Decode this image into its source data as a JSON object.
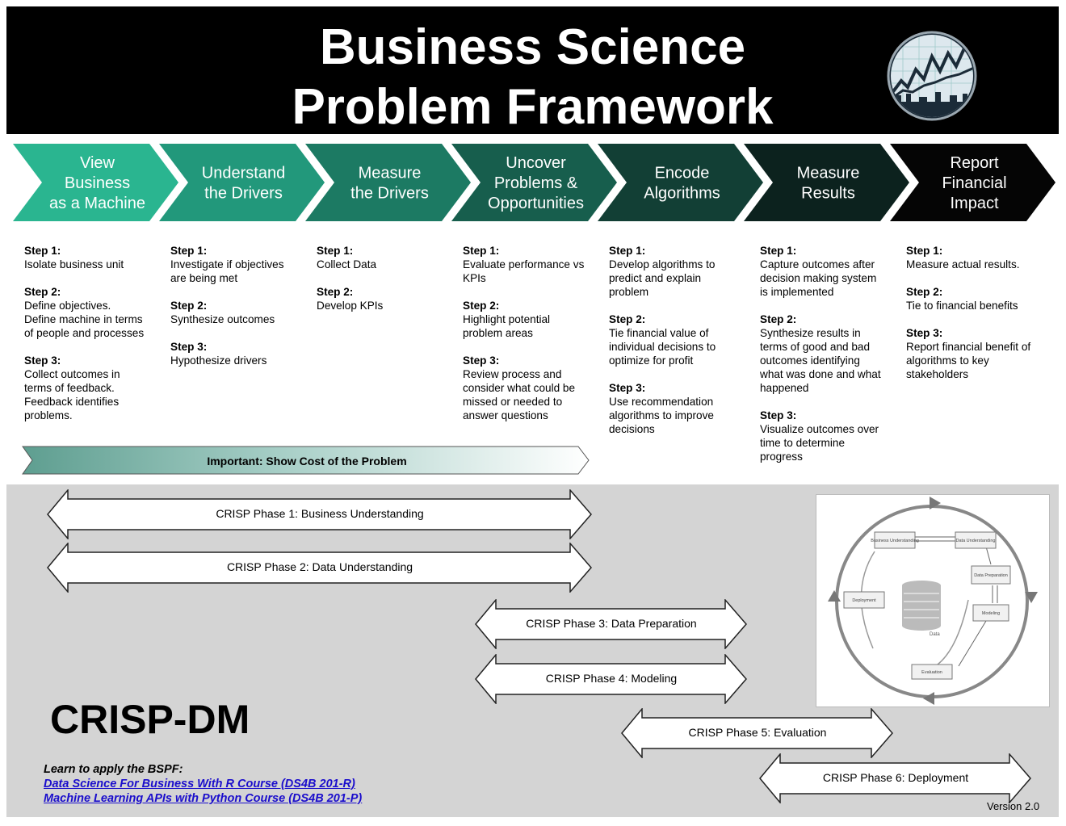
{
  "header": {
    "title_line1": "Business Science",
    "title_line2": "Problem Framework",
    "logo_icon": "business-science-chart-logo"
  },
  "colors": {
    "header_bg": "#000000",
    "chevrons": [
      "#2ab590",
      "#22987b",
      "#1c7a63",
      "#175e4d",
      "#123f35",
      "#0c221e",
      "#050505"
    ],
    "crisp_bg": "#d4d4d4",
    "link": "#1a0dcc"
  },
  "stages": [
    {
      "label_lines": [
        "View",
        "Business",
        "as a Machine"
      ],
      "steps": [
        {
          "label": "Step 1:",
          "lines": [
            "Isolate business unit"
          ]
        },
        {
          "label": "Step 2:",
          "lines": [
            "Define objectives.",
            "Define machine in terms",
            "of people and processes"
          ]
        },
        {
          "label": "Step 3:",
          "lines": [
            "Collect outcomes in",
            "terms of feedback.",
            "Feedback identifies",
            "problems."
          ]
        }
      ]
    },
    {
      "label_lines": [
        "Understand",
        "the Drivers"
      ],
      "steps": [
        {
          "label": "Step 1:",
          "lines": [
            "Investigate if objectives",
            "are being met"
          ]
        },
        {
          "label": "Step 2:",
          "lines": [
            "Synthesize outcomes"
          ]
        },
        {
          "label": "Step 3:",
          "lines": [
            "Hypothesize drivers"
          ]
        }
      ]
    },
    {
      "label_lines": [
        "Measure",
        "the Drivers"
      ],
      "steps": [
        {
          "label": "Step 1:",
          "lines": [
            "Collect Data"
          ]
        },
        {
          "label": "Step 2:",
          "lines": [
            "Develop KPIs"
          ]
        }
      ]
    },
    {
      "label_lines": [
        "Uncover",
        "Problems &",
        "Opportunities"
      ],
      "steps": [
        {
          "label": "Step 1:",
          "lines": [
            "Evaluate performance vs",
            "KPIs"
          ]
        },
        {
          "label": "Step 2:",
          "lines": [
            "Highlight potential",
            "problem areas"
          ]
        },
        {
          "label": "Step 3:",
          "lines": [
            "Review process and",
            "consider what could be",
            "missed or needed to",
            "answer questions"
          ]
        }
      ]
    },
    {
      "label_lines": [
        "Encode",
        "Algorithms"
      ],
      "steps": [
        {
          "label": "Step 1:",
          "lines": [
            "Develop algorithms to",
            "predict and explain",
            "problem"
          ]
        },
        {
          "label": "Step 2:",
          "lines": [
            "Tie financial value of",
            "individual decisions to",
            "optimize for profit"
          ]
        },
        {
          "label": "Step 3:",
          "lines": [
            "Use recommendation",
            "algorithms to improve",
            "decisions"
          ]
        }
      ]
    },
    {
      "label_lines": [
        "Measure",
        "Results"
      ],
      "steps": [
        {
          "label": "Step 1:",
          "lines": [
            "Capture outcomes after",
            "decision making system",
            "is implemented"
          ]
        },
        {
          "label": "Step 2:",
          "lines": [
            "Synthesize results in",
            "terms of good and bad",
            "outcomes identifying",
            "what was done and what",
            "happened"
          ]
        },
        {
          "label": "Step 3:",
          "lines": [
            "Visualize outcomes over",
            "time to determine",
            "progress"
          ]
        }
      ]
    },
    {
      "label_lines": [
        "Report",
        "Financial",
        "Impact"
      ],
      "steps": [
        {
          "label": "Step 1:",
          "lines": [
            "Measure actual results."
          ]
        },
        {
          "label": "Step 2:",
          "lines": [
            "Tie to financial benefits"
          ]
        },
        {
          "label": "Step 3:",
          "lines": [
            "Report financial benefit of",
            "algorithms to key",
            "stakeholders"
          ]
        }
      ]
    }
  ],
  "cost_banner": "Important: Show Cost of the Problem",
  "crisp": {
    "title": "CRISP-DM",
    "phases": [
      "CRISP Phase 1: Business Understanding",
      "CRISP Phase 2: Data Understanding",
      "CRISP Phase 3: Data Preparation",
      "CRISP Phase 4: Modeling",
      "CRISP Phase 5: Evaluation",
      "CRISP Phase 6: Deployment"
    ],
    "cycle_diagram": {
      "nodes": [
        "Business Understanding",
        "Data Understanding",
        "Data Preparation",
        "Modeling",
        "Evaluation",
        "Deployment"
      ],
      "center": "Data"
    }
  },
  "learn": {
    "heading": "Learn to apply the BSPF:",
    "links": [
      "Data Science For Business With R Course  (DS4B 201-R)",
      "Machine Learning APIs with Python Course (DS4B 201-P)"
    ]
  },
  "version": "Version 2.0"
}
